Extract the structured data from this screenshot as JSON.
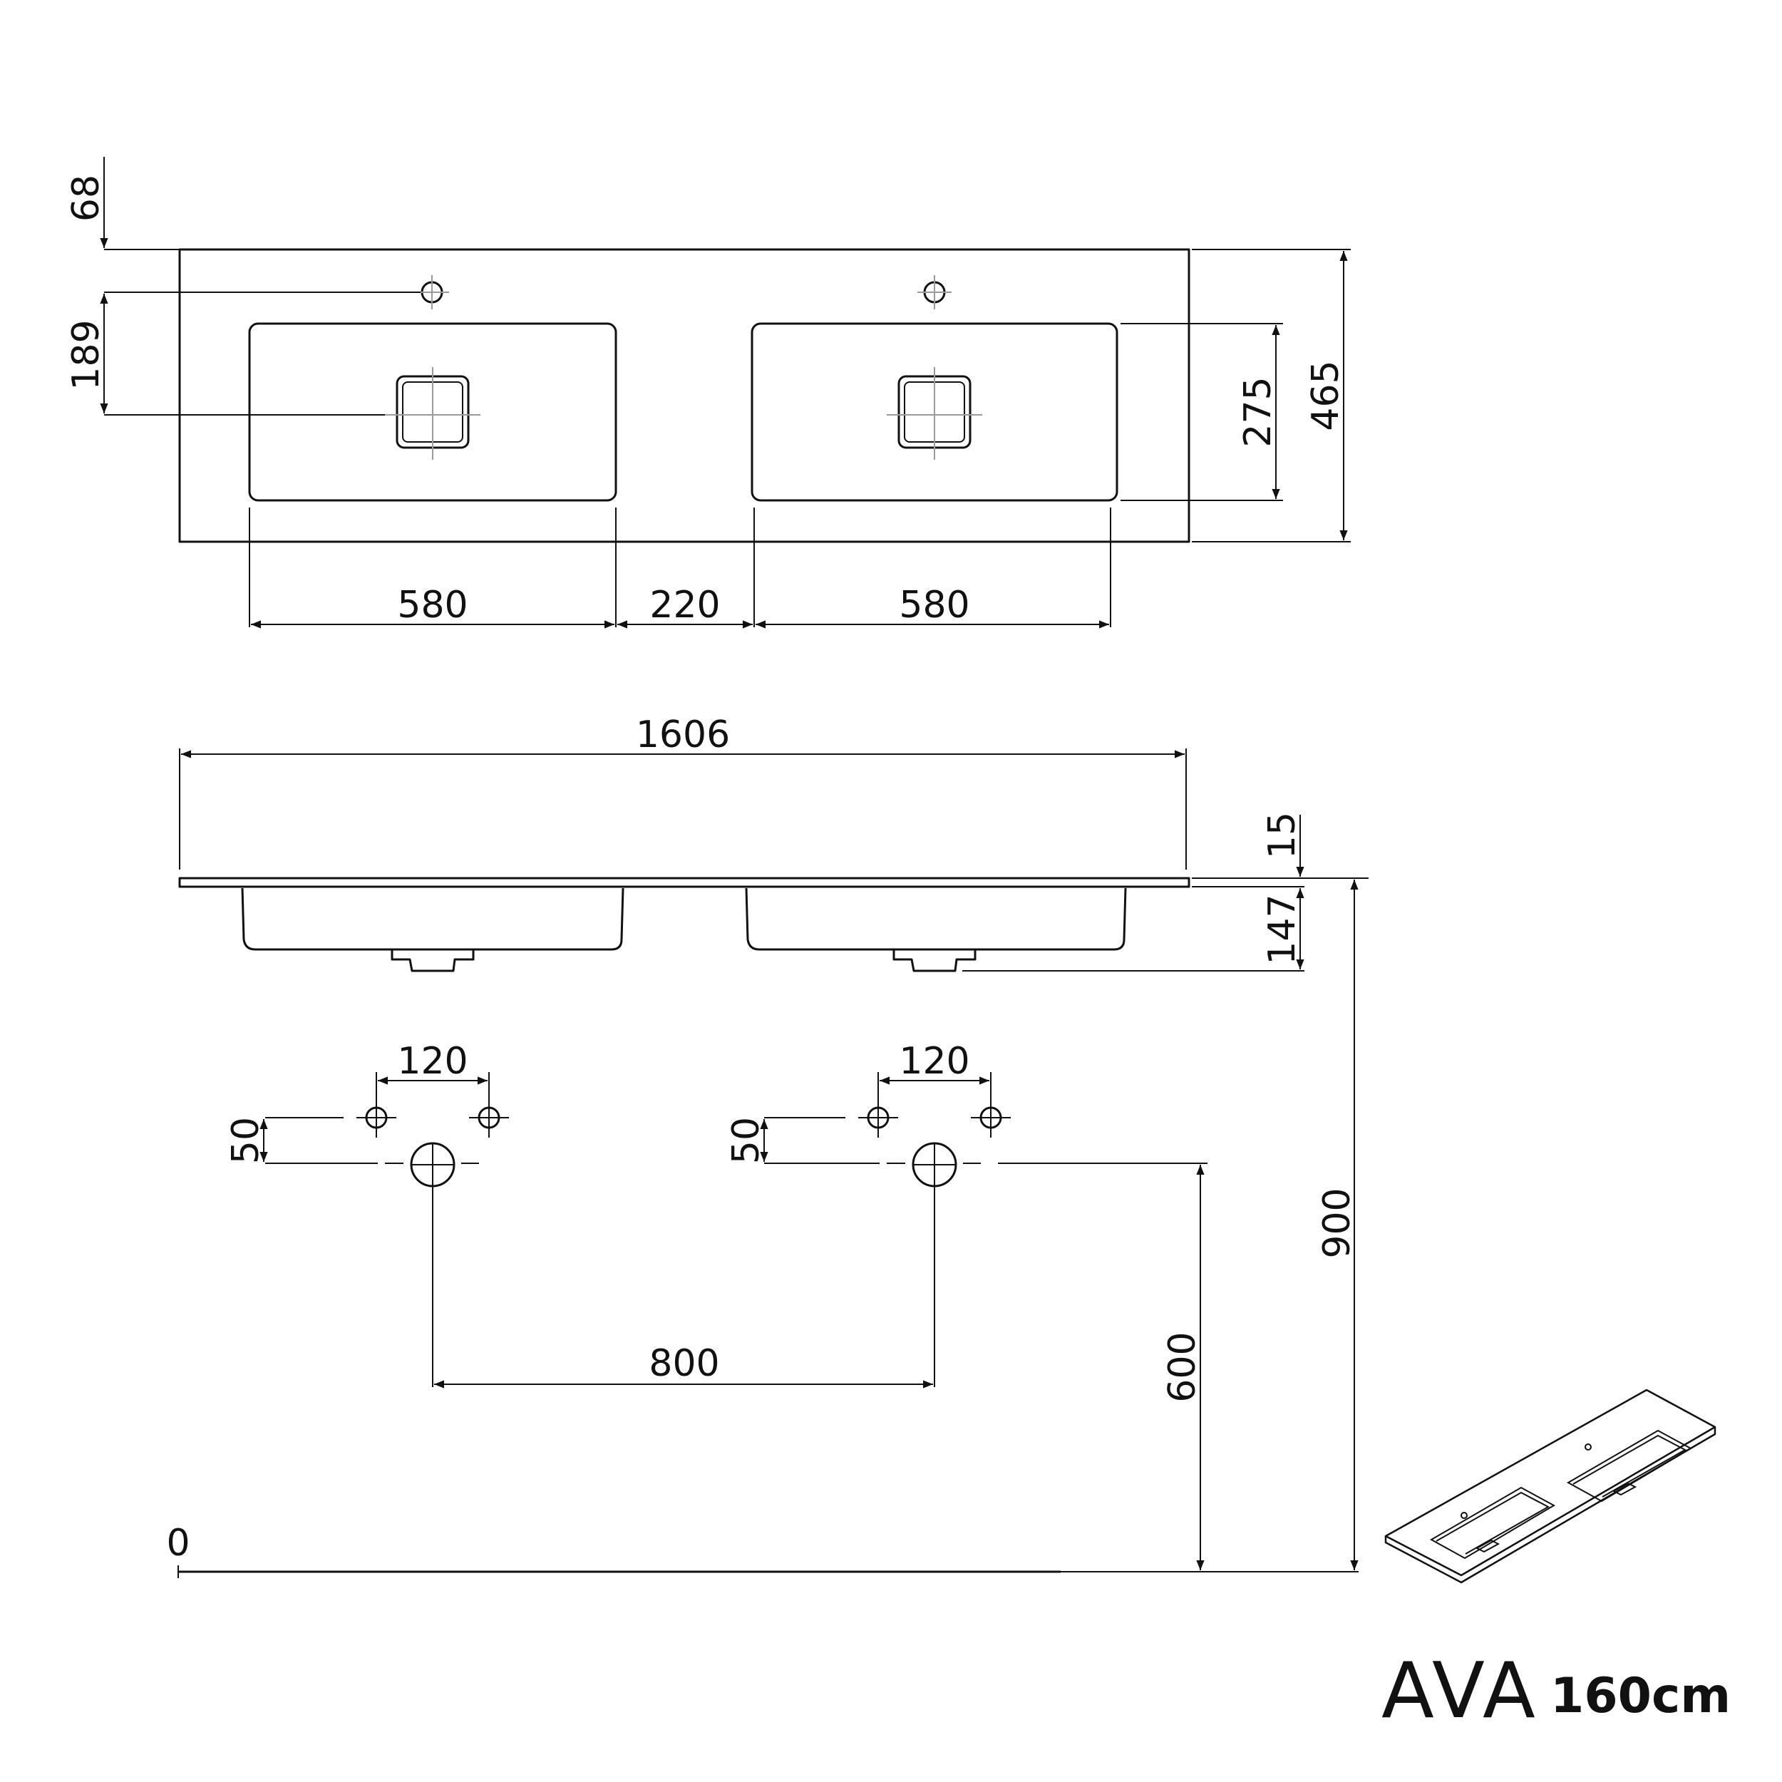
{
  "product": {
    "name": "AVA",
    "size": "160cm"
  },
  "dimensions": {
    "top_view": {
      "tap_hole_offset": "68",
      "tap_to_drain": "189",
      "bowl_depth": "275",
      "overall_depth": "465",
      "bowl_width_left": "580",
      "gap_between_bowls": "220",
      "bowl_width_right": "580"
    },
    "front_view": {
      "overall_width": "1606",
      "slab_thickness": "15",
      "bowl_height": "147",
      "top_height": "900",
      "drain_height": "600",
      "floor_level": "0"
    },
    "connections": {
      "tap_spacing_left": "120",
      "tap_spacing_right": "120",
      "tap_above_drain_left": "50",
      "tap_above_drain_right": "50",
      "drain_spacing": "800"
    }
  }
}
